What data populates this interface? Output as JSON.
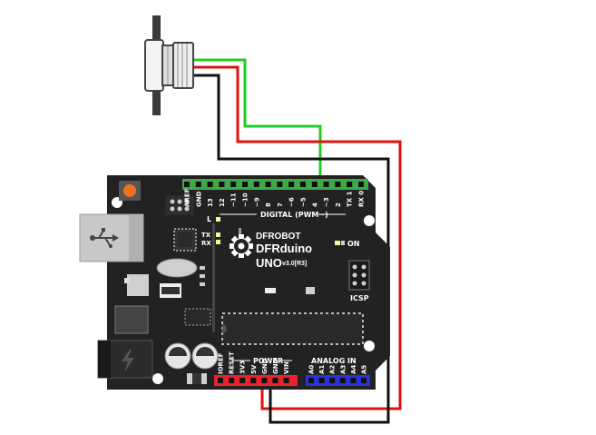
{
  "board": {
    "brand_line1": "DFROBOT",
    "brand_line2": "DFRduino",
    "model": "UNO",
    "version": "v3.0[R3]",
    "digital_header_label": "DIGITAL (PWM~)",
    "digital_pins": [
      "AREF",
      "GND",
      "13",
      "12",
      "~11",
      "~10",
      "~9",
      "8",
      "7",
      "~6",
      "~5",
      "4",
      "~3",
      "2",
      "TX 1",
      "RX 0"
    ],
    "power_header_label": "POWER",
    "power_pins": [
      "IOREF",
      "RESET",
      "3V3",
      "5V",
      "GND",
      "GND",
      "VIN"
    ],
    "analog_header_label": "ANALOG IN",
    "analog_pins": [
      "A0",
      "A1",
      "A2",
      "A3",
      "A4",
      "A5"
    ],
    "led_l": "L",
    "led_tx": "TX",
    "led_rx": "RX",
    "led_on": "ON",
    "icsp": "ICSP"
  },
  "colors": {
    "board": "#222222",
    "digital_header": "#3fa847",
    "power_header": "#e8242a",
    "analog_header": "#2a34d6",
    "wire_signal": "#22cc22",
    "wire_vcc": "#e01010",
    "wire_gnd": "#111111"
  },
  "icons": {
    "usb_port": "usb-icon",
    "power_jack": "lightning-icon",
    "reset_button": "reset-button-icon",
    "sensor": "button-module-icon"
  }
}
